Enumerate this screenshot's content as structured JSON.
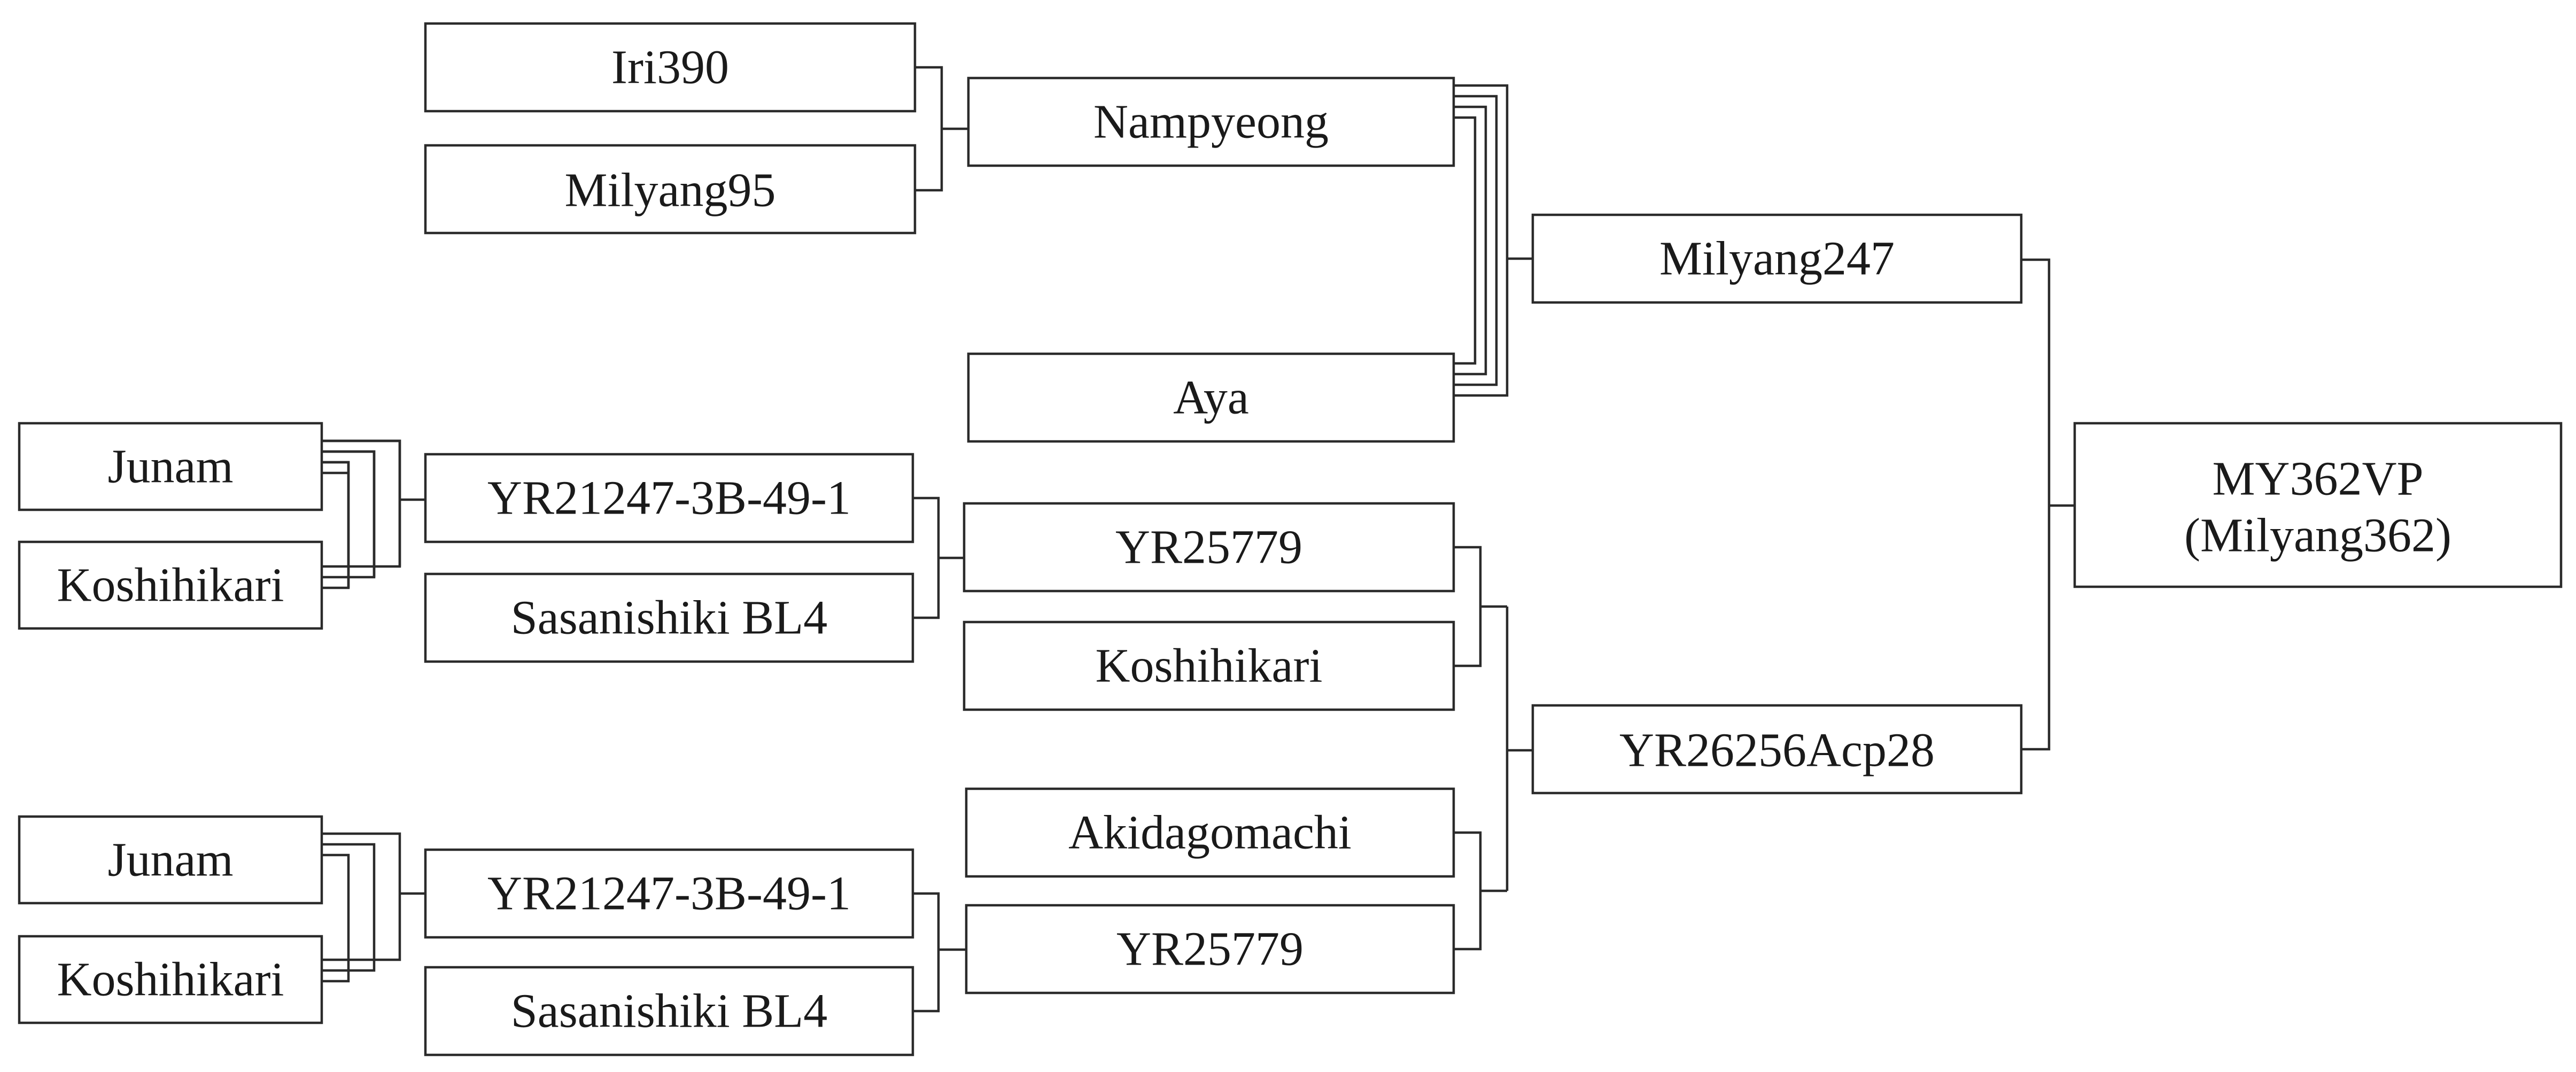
{
  "pedigree": {
    "nodes": {
      "iri390": "Iri390",
      "milyang95": "Milyang95",
      "nampyeong": "Nampyeong",
      "aya": "Aya",
      "milyang247": "Milyang247",
      "junam_a": "Junam",
      "koshihikari_a": "Koshihikari",
      "yr21247_a": "YR21247-3B-49-1",
      "sasanishiki_a": "Sasanishiki BL4",
      "yr25779_a": "YR25779",
      "koshihikari_mid": "Koshihikari",
      "akidagomachi": "Akidagomachi",
      "junam_b": "Junam",
      "koshihikari_b": "Koshihikari",
      "yr21247_b": "YR21247-3B-49-1",
      "sasanishiki_b": "Sasanishiki BL4",
      "yr25779_b": "YR25779",
      "yr26256": "YR26256Acp28",
      "my362vp_line1": "MY362VP",
      "my362vp_line2": "(Milyang362)"
    }
  }
}
